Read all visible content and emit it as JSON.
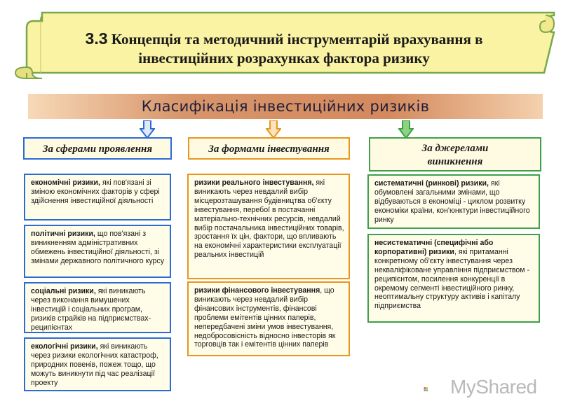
{
  "header": {
    "number": "3.3",
    "title_line1": "Концепція та методичний інструментарій врахування в",
    "title_line2": "інвестиційних розрахунках фактора ризику"
  },
  "classification_title": "Класифікація інвестиційних ризиків",
  "columns": {
    "spheres": {
      "header": "За сферами прояв­лення",
      "items": [
        {
          "term": "економічні ризики,",
          "text": " які пов'язані зі зміною економічних факторів у сфері здійснення інвестиційної діяльності"
        },
        {
          "term": "політичні ризики,",
          "text": " що пов'язані з виникненням адміністративних обмежень інвестиційної діяльності, зі змінами державного політичного курсу"
        },
        {
          "term": "соціальні ризики,",
          "text": " які виникають через виконання вимушених інвестицій і соціальних програм, ризиків страйків на підприємствах-реципієнтах"
        },
        {
          "term": "екологічні ризики,",
          "text": " які виникають через ризики екологічних катастроф, природних повенів, пожеж тощо, що можуть виникнути під час реалізації проекту"
        }
      ]
    },
    "forms": {
      "header": "За формами інвестування",
      "items": [
        {
          "term": "ризики реального інвестування,",
          "text": " які виникають через невдалий вибір місцерозташування будівництва об'єкту інвестування, перебої в постачанні матеріально-технічних ресурсів, невдалий вибір постачальника інвестиційних товарів, зростання їх цін, фактори, що впливають на економічні характеристики експлуатації реальних інвестицій"
        },
        {
          "term": "ризики фінансового інвестування",
          "text": ", що виникають через невдалий вибір фінансових інструментів, фінансові проблеми емітентів цінних паперів, непередбачені зміни умов інвестування, недобросовісність відносно інвесторів як торговців так і емітентів цінних паперів"
        }
      ]
    },
    "sources": {
      "header_line1": "За джерелами",
      "header_line2": "виникнення",
      "items": [
        {
          "term": "систематичні (ринкові) ризики,",
          "text": " які обумовлені загальними змінами, що відбуваються в економіці - циклом розвитку економіки країни, кон'юнктури інвестиційного ринку"
        },
        {
          "term": "несистематичні (специфічні або корпоративні) ризики",
          "text": ", які притаманні конкретному об'єкту інвестування через некваліфіковане управління підприємством - реципієнтом, посилення конкуренції в окремому сегменті інвестиційного ринку, неоптимальну структуру активів і капіталу підприємства"
        }
      ]
    }
  },
  "watermark": "MyShared",
  "colors": {
    "blue": "#2b6cd4",
    "orange": "#e8961e",
    "green": "#3ea04a",
    "banner_fill": "#f9f3a3",
    "banner_border": "#79a84a"
  }
}
